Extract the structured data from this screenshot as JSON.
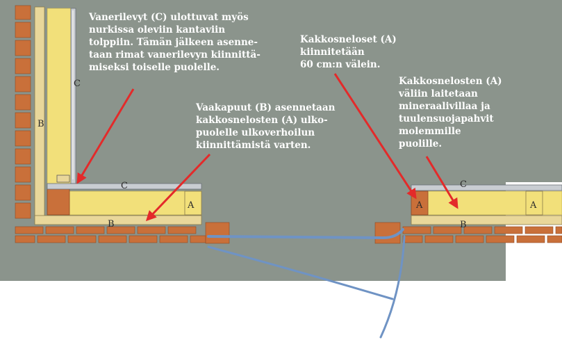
{
  "colors": {
    "background_panel": "#8b948c",
    "brick": "#c9703a",
    "mineral_wool": "#f2e07a",
    "plywood": "#c9cdd2",
    "arrow": "#e32a2a",
    "rod": "#6f93c4"
  },
  "annotations": {
    "plywood_note": "Vanerilevyt (C) ulottuvat myös\nnurkissa oleviin kantaviin\ntolppiin. Tämän jälkeen asenne-\ntaan rimat vanerilevyn kiinnittä-\nmiseksi toiselle puolelle.",
    "studs_spacing_note": "Kakkosneloset (A)\nkiinnitetään\n60 cm:n välein.",
    "battens_note": "Vaakapuut (B) asennetaan\nkakkosnelosten (A) ulko-\npuolelle ulkoverhoilun\nkiinnittämistä varten.",
    "wool_note": "Kakkosnelosten (A)\nväliin laitetaan\nmineraalivillaa ja\ntuulensuojapahvit\nmolemmille\npuolille."
  },
  "part_labels": {
    "a": "A",
    "b": "B",
    "c": "C"
  }
}
